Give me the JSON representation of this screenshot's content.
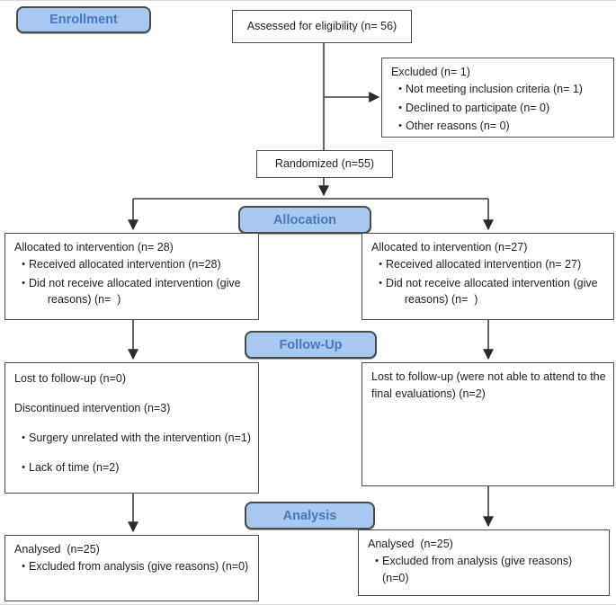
{
  "colors": {
    "badge_fill": "#a9c8f1",
    "badge_text": "#4579c2",
    "box_border": "#4d4d4d",
    "line": "#3b3b3b"
  },
  "glyphs": {
    "bullet": "•"
  },
  "badges": {
    "enrollment": "Enrollment",
    "allocation": "Allocation",
    "followup": "Follow-Up",
    "analysis": "Analysis"
  },
  "boxes": {
    "assessed": {
      "text": "Assessed for eligibility (n= 56)"
    },
    "excluded": {
      "title": "Excluded (n= 1)",
      "bullets": [
        "Not meeting inclusion criteria (n= 1)",
        "Declined to participate (n= 0)",
        "Other reasons (n= 0)"
      ]
    },
    "randomized": {
      "text": "Randomized (n=55)"
    },
    "allocation_left": {
      "title": "Allocated to intervention (n= 28)",
      "bullets": [
        "Received allocated intervention (n=28)",
        "Did not receive allocated intervention (give\n      reasons) (n=  )"
      ]
    },
    "allocation_right": {
      "title": "Allocated to intervention (n=27)",
      "bullets": [
        "Received allocated intervention (n= 27)",
        "Did not receive allocated intervention (give\n      reasons) (n=  )"
      ]
    },
    "followup_left": {
      "line1": "Lost to follow-up (n=0)",
      "line2": "Discontinued intervention (n=3)",
      "bullets": [
        "Surgery unrelated with the intervention (n=1)",
        "Lack of time (n=2)"
      ]
    },
    "followup_right": {
      "text": "Lost to follow-up (were not able to attend to the\nfinal evaluations) (n=2)"
    },
    "analysis_left": {
      "title": "Analysed  (n=25)",
      "bullets": [
        "Excluded from analysis (give reasons) (n=0)"
      ]
    },
    "analysis_right": {
      "title": "Analysed  (n=25)",
      "bullets": [
        "Excluded from analysis (give reasons) (n=0)"
      ]
    }
  }
}
